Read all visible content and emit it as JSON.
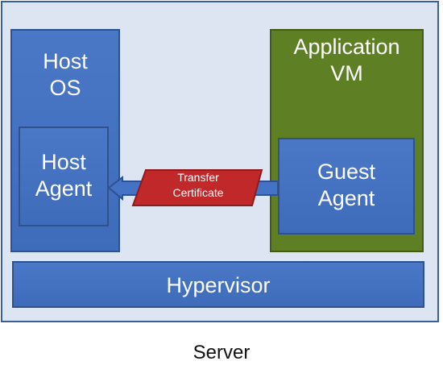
{
  "diagram": {
    "host_os": [
      "Host",
      "OS"
    ],
    "host_agent": [
      "Host",
      "Agent"
    ],
    "application_vm": [
      "Application",
      "VM"
    ],
    "guest_agent": [
      "Guest",
      "Agent"
    ],
    "hypervisor": "Hypervisor",
    "server": "Server",
    "transfer_certificate": [
      "Transfer",
      "Certificate"
    ]
  },
  "colors": {
    "server_background": "#dce5f1",
    "server_border": "#3a5f98",
    "blue_box": "#4472c4",
    "vm_green": "#5f7f24",
    "certificate_red": "#c0282a"
  }
}
